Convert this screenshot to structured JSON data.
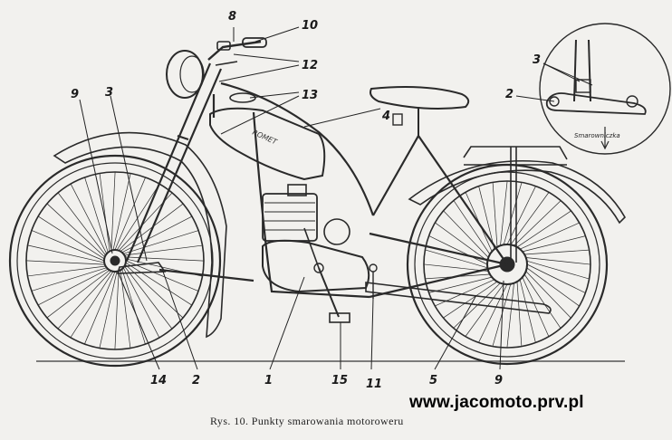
{
  "caption": "Rys. 10. Punkty smarowania motoroweru",
  "watermark": "www.jacomoto.prv.pl",
  "tank_lettering": "ROMET",
  "inset_label": "Smarowniczka",
  "callouts": {
    "c8": "8",
    "c10": "10",
    "c12": "12",
    "c13": "13",
    "c9_left": "9",
    "c3_left": "3",
    "c4": "4",
    "c3_inset": "3",
    "c2_inset": "2",
    "c14": "14",
    "c2_bottom": "2",
    "c1": "1",
    "c15": "15",
    "c11": "11",
    "c5": "5",
    "c9_right": "9"
  }
}
